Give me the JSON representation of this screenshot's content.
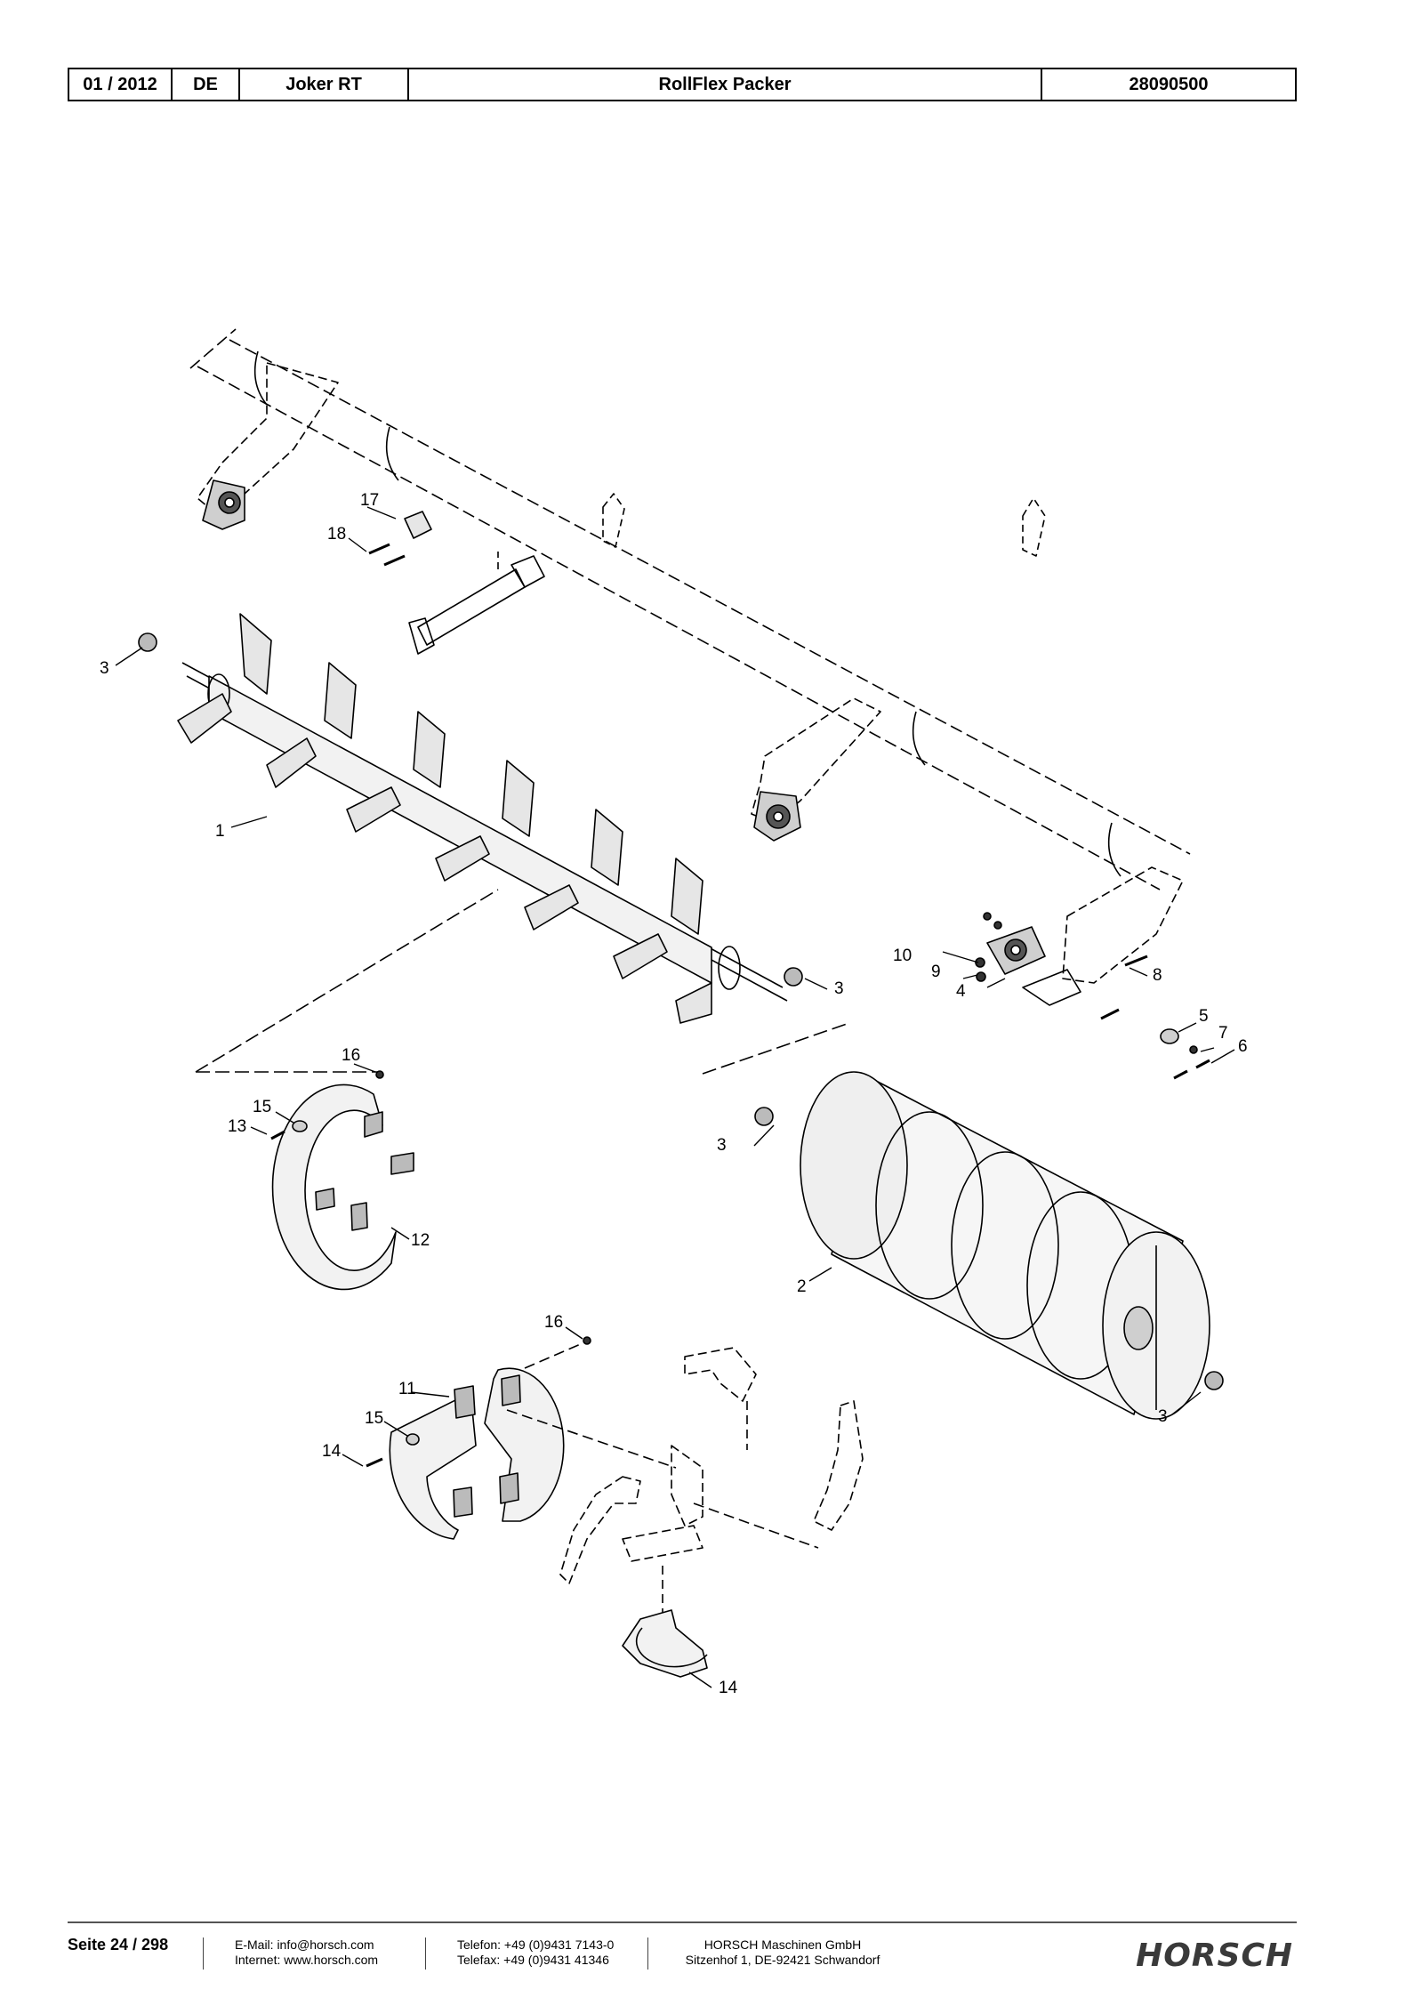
{
  "header": {
    "date": "01 / 2012",
    "lang": "DE",
    "model": "Joker RT",
    "title": "RollFlex Packer",
    "number": "28090500"
  },
  "callouts": {
    "c1": "1",
    "c2": "2",
    "c3a": "3",
    "c3b": "3",
    "c3c": "3",
    "c3d": "3",
    "c4": "4",
    "c5": "5",
    "c6": "6",
    "c7": "7",
    "c8": "8",
    "c9": "9",
    "c10": "10",
    "c11": "11",
    "c12": "12",
    "c13": "13",
    "c14a": "14",
    "c14b": "14",
    "c15a": "15",
    "c15b": "15",
    "c16a": "16",
    "c16b": "16",
    "c17": "17",
    "c18": "18"
  },
  "footer": {
    "page": "Seite 24 / 298",
    "email": "E-Mail: info@horsch.com",
    "internet": "Internet: www.horsch.com",
    "phone": "Telefon: +49 (0)9431 7143-0",
    "fax": "Telefax: +49 (0)9431 41346",
    "company": "HORSCH Maschinen GmbH",
    "address": "Sitzenhof 1, DE-92421 Schwandorf",
    "logo": "HORSCH"
  }
}
